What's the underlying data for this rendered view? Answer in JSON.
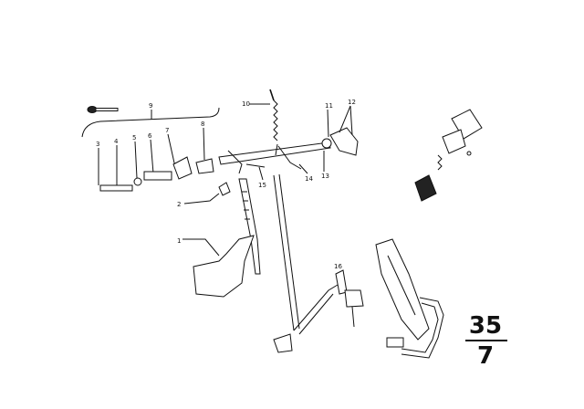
{
  "diagram": {
    "callouts": [
      "1",
      "2",
      "3",
      "4",
      "5",
      "6",
      "7",
      "8",
      "9",
      "10",
      "11",
      "12",
      "13",
      "14",
      "15",
      "16"
    ],
    "page_number": {
      "top": "35",
      "bottom": "7"
    }
  }
}
